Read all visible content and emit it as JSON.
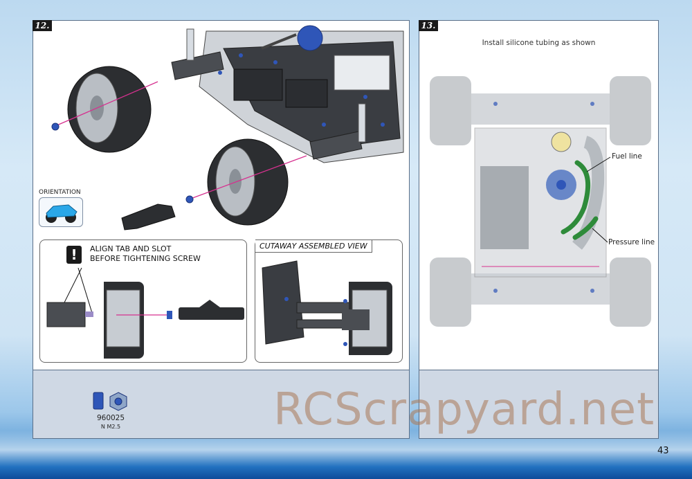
{
  "step12": {
    "number": "12.",
    "orientation_label": "ORIENTATION",
    "warning_icon": "!",
    "warning_line1": "ALIGN TAB AND SLOT",
    "warning_line2": "BEFORE TIGHTENING SCREW",
    "cutaway_label": "CUTAWAY ASSEMBLED VIEW",
    "part_number": "960025",
    "part_size": "N M2.5"
  },
  "step13": {
    "number": "13.",
    "caption": "Install silicone tubing as shown",
    "callout_fuel": "Fuel line",
    "callout_pressure": "Pressure line"
  },
  "watermark": "RCScrapyard.net",
  "page_number": "43",
  "colors": {
    "panel_border": "#5a6f88",
    "footer_fill": "#cfd8e4",
    "tubing_green": "#2e8b3a",
    "leader_magenta": "#d6318f",
    "chassis_blue": "#2f56b8",
    "watermark": "#aa7855"
  }
}
